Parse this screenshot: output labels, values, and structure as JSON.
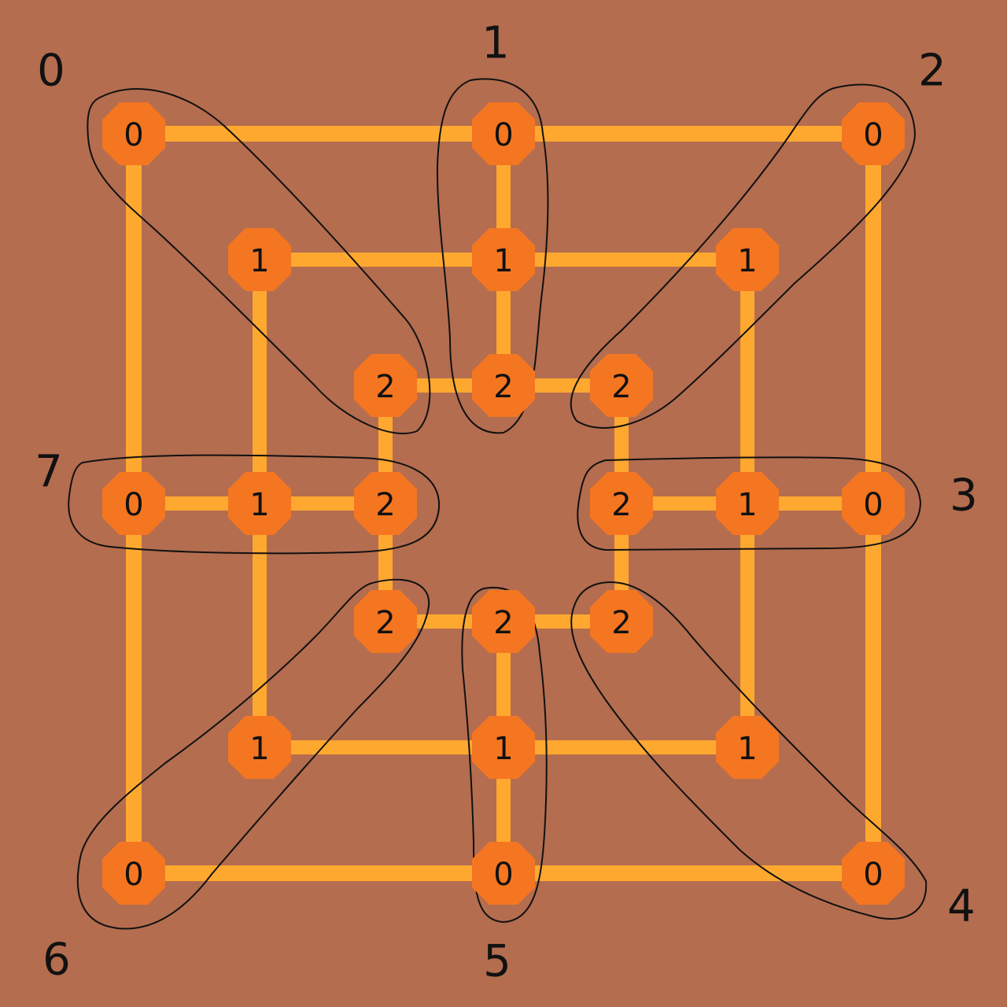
{
  "colors": {
    "background": "#b46d4f",
    "line": "#ffa830",
    "node": "#f57621",
    "ink": "#111111"
  },
  "diagram": {
    "nodes": [
      {
        "id": "top-left-outer",
        "label": "0"
      },
      {
        "id": "top-mid-outer",
        "label": "0"
      },
      {
        "id": "top-right-outer",
        "label": "0"
      },
      {
        "id": "top-left-middle",
        "label": "1"
      },
      {
        "id": "top-mid-middle",
        "label": "1"
      },
      {
        "id": "top-right-middle",
        "label": "1"
      },
      {
        "id": "top-left-inner",
        "label": "2"
      },
      {
        "id": "top-mid-inner",
        "label": "2"
      },
      {
        "id": "top-right-inner",
        "label": "2"
      },
      {
        "id": "mid-left-outer",
        "label": "0"
      },
      {
        "id": "mid-left-middle",
        "label": "1"
      },
      {
        "id": "mid-left-inner",
        "label": "2"
      },
      {
        "id": "mid-right-inner",
        "label": "2"
      },
      {
        "id": "mid-right-middle",
        "label": "1"
      },
      {
        "id": "mid-right-outer",
        "label": "0"
      },
      {
        "id": "bottom-left-inner",
        "label": "2"
      },
      {
        "id": "bottom-mid-inner",
        "label": "2"
      },
      {
        "id": "bottom-right-inner",
        "label": "2"
      },
      {
        "id": "bottom-left-middle",
        "label": "1"
      },
      {
        "id": "bottom-mid-middle",
        "label": "1"
      },
      {
        "id": "bottom-right-middle",
        "label": "1"
      },
      {
        "id": "bottom-left-outer",
        "label": "0"
      },
      {
        "id": "bottom-mid-outer",
        "label": "0"
      },
      {
        "id": "bottom-right-outer",
        "label": "0"
      }
    ],
    "groups": [
      {
        "id": "group-0",
        "label": "0"
      },
      {
        "id": "group-1",
        "label": "1"
      },
      {
        "id": "group-2",
        "label": "2"
      },
      {
        "id": "group-3",
        "label": "3"
      },
      {
        "id": "group-4",
        "label": "4"
      },
      {
        "id": "group-5",
        "label": "5"
      },
      {
        "id": "group-6",
        "label": "6"
      },
      {
        "id": "group-7",
        "label": "7"
      }
    ]
  }
}
